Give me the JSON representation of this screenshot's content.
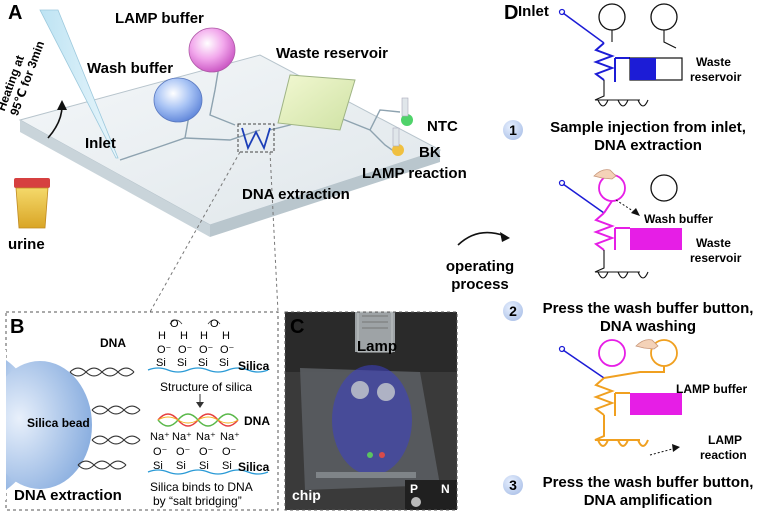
{
  "panels": {
    "a": "A",
    "b": "B",
    "c": "C",
    "d": "D"
  },
  "panel_a": {
    "lamp_buffer": "LAMP buffer",
    "wash_buffer": "Wash buffer",
    "waste_reservoir": "Waste reservoir",
    "inlet": "Inlet",
    "heating_line1": "Heating at",
    "heating_line2": "95℃ for 3min",
    "urine": "urine",
    "dna_extraction": "DNA extraction",
    "ntc": "NTC",
    "bk": "BK",
    "lamp_reaction": "LAMP reaction"
  },
  "panel_b": {
    "dna": "DNA",
    "silica_bead": "Silica bead",
    "structure_caption": "Structure of silica",
    "silica_top": "Silica",
    "dna_mid": "DNA",
    "silica_bottom": "Silica",
    "caption_line1": "Silica binds to DNA",
    "caption_line2": "by “salt bridging”",
    "title": "DNA extraction",
    "atoms": {
      "o": "O",
      "h": "H",
      "o_minus": "O⁻",
      "si": "Si",
      "na_plus": "Na⁺"
    }
  },
  "panel_c": {
    "lamp": "Lamp",
    "chip": "chip",
    "p": "P",
    "n": "N"
  },
  "operating": {
    "line1": "operating",
    "line2": "process"
  },
  "panel_d": {
    "inlet": "Inlet",
    "waste_reservoir_1": "Waste",
    "waste_reservoir_2": "reservoir",
    "wash_buffer": "Wash buffer",
    "waste2_1": "Waste",
    "waste2_2": "reservoir",
    "lamp_buffer": "LAMP buffer",
    "lamp_reaction_1": "LAMP",
    "lamp_reaction_2": "reaction",
    "steps": [
      {
        "num": "1",
        "line1": "Sample injection from inlet,",
        "line2": "DNA extraction"
      },
      {
        "num": "2",
        "line1": "Press the wash buffer button,",
        "line2": "DNA washing"
      },
      {
        "num": "3",
        "line1": "Press the wash buffer button,",
        "line2": "DNA amplification"
      }
    ]
  },
  "colors": {
    "step1_channel": "#1c1cd6",
    "step2_channel": "#e61ee6",
    "step3_channel": "#f0a020",
    "waste_fill_1": "#1c1cd6",
    "waste_fill_2": "#e61ee6"
  }
}
